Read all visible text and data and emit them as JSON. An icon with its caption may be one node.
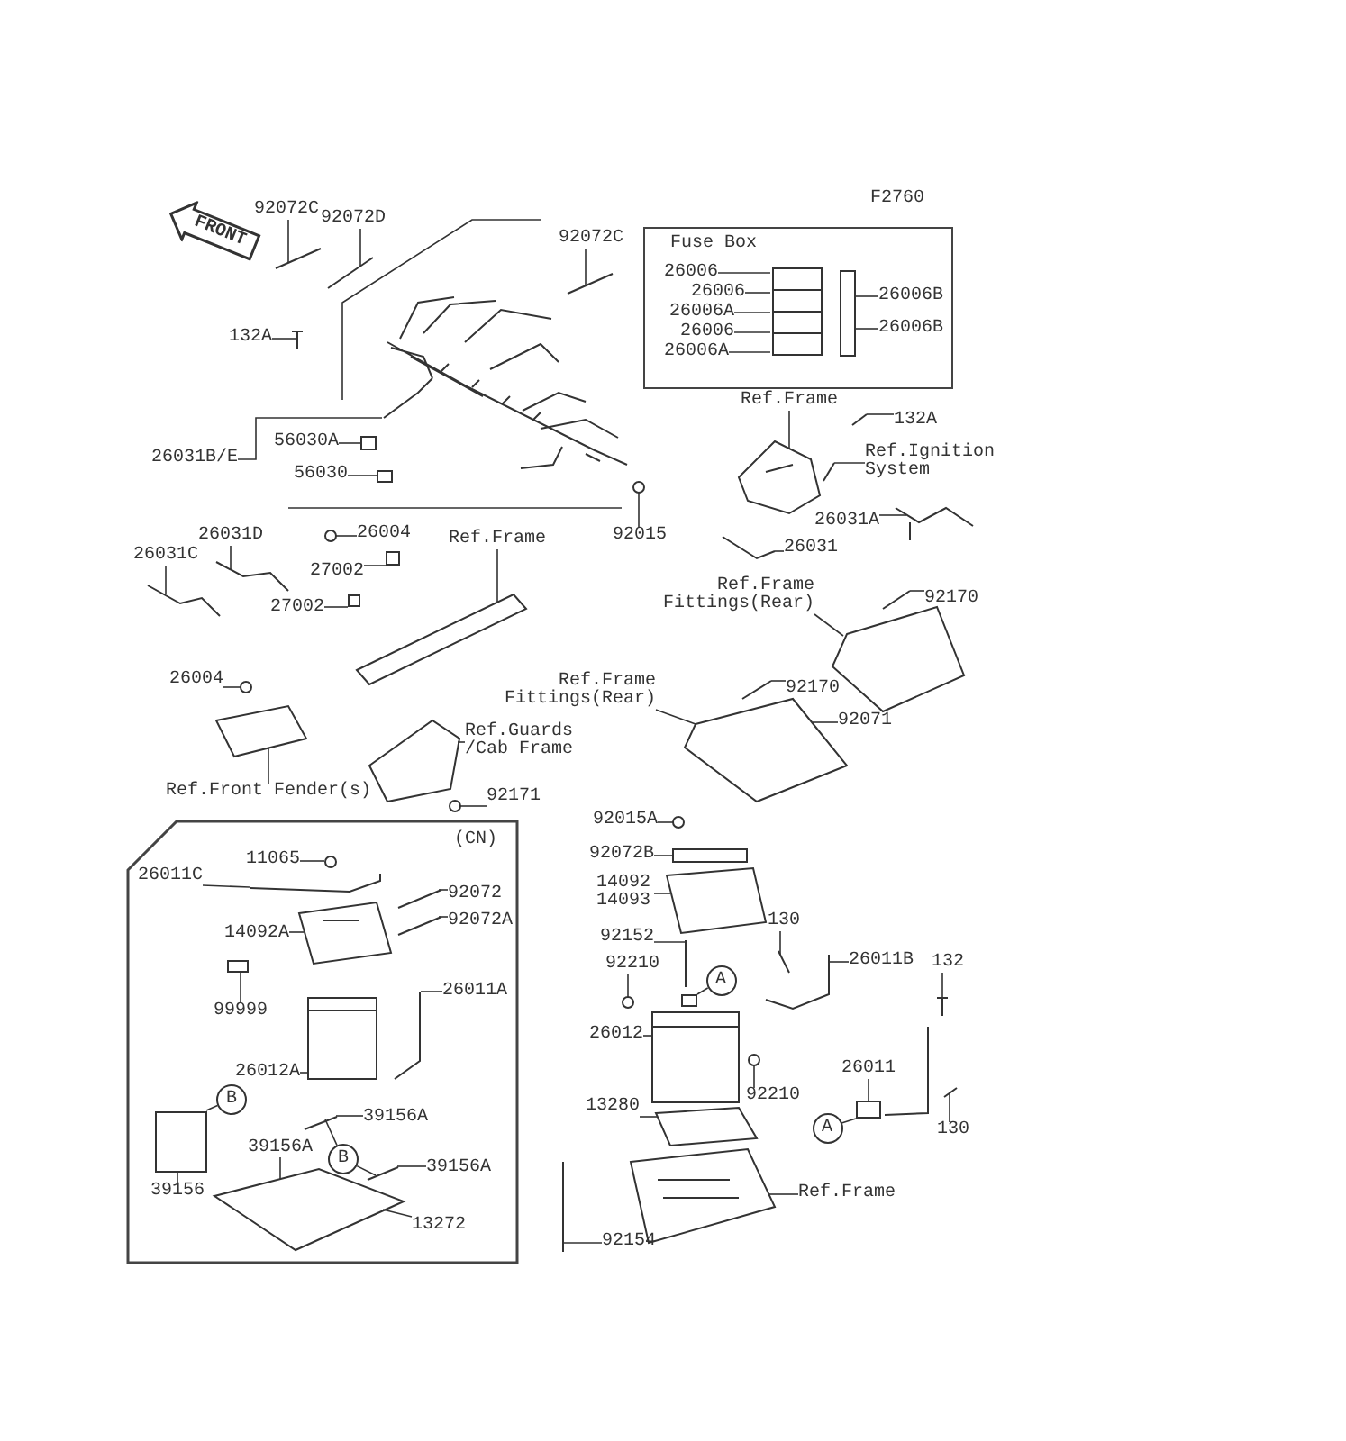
{
  "diagram": {
    "nodes": [
      {
        "text": [
          "FRONT"
        ]
      },
      {
        "text": [
          "92072C"
        ]
      },
      {
        "text": [
          "92072D"
        ]
      },
      {
        "text": [
          "92072C"
        ]
      },
      {
        "text": [
          "132A"
        ]
      },
      {
        "text": [
          "56030A"
        ]
      },
      {
        "text": [
          "56030"
        ]
      },
      {
        "text": [
          "26031B/E"
        ]
      },
      {
        "text": [
          "Fuse Box"
        ]
      },
      {
        "text": [
          "26006"
        ],
        "in": 8
      },
      {
        "text": [
          "26006"
        ],
        "in": 8
      },
      {
        "text": [
          "26006A"
        ],
        "in": 8
      },
      {
        "text": [
          "26006"
        ],
        "in": 8
      },
      {
        "text": [
          "26006A"
        ],
        "in": 8
      },
      {
        "text": [
          "26006B"
        ],
        "in": 8
      },
      {
        "text": [
          "26006B"
        ],
        "in": 8
      },
      {
        "text": [
          "92015"
        ]
      },
      {
        "text": [
          "Ref.Frame"
        ]
      },
      {
        "text": [
          "132A"
        ]
      },
      {
        "text": [
          "Ref.Ignition System"
        ]
      },
      {
        "text": [
          "26031A"
        ]
      },
      {
        "text": [
          "26004"
        ]
      },
      {
        "text": [
          "26031"
        ]
      },
      {
        "text": [
          "26031D"
        ]
      },
      {
        "text": [
          "26031C"
        ]
      },
      {
        "text": [
          "27002"
        ]
      },
      {
        "text": [
          "27002"
        ]
      },
      {
        "text": [
          "Ref.Frame"
        ]
      },
      {
        "text": [
          "Ref.Frame Fittings(Rear)"
        ]
      },
      {
        "text": [
          "92170"
        ]
      },
      {
        "text": [
          "26004"
        ]
      },
      {
        "text": [
          "Ref.Frame Fittings(Rear)"
        ]
      },
      {
        "text": [
          "92170"
        ]
      },
      {
        "text": [
          "92071"
        ]
      },
      {
        "text": [
          "Ref.Guards /Cab Frame"
        ]
      },
      {
        "text": [
          "Ref.Front Fender(s)"
        ]
      },
      {
        "text": [
          "92171"
        ]
      },
      {
        "text": [
          "(CN)"
        ]
      },
      {
        "text": [
          "11065"
        ],
        "in": 37
      },
      {
        "text": [
          "26011C"
        ],
        "in": 37
      },
      {
        "text": [
          "92072"
        ],
        "in": 37
      },
      {
        "text": [
          "92072A"
        ],
        "in": 37
      },
      {
        "text": [
          "14092A"
        ],
        "in": 37
      },
      {
        "text": [
          "99999"
        ],
        "in": 37
      },
      {
        "text": [
          "26011A"
        ],
        "in": 37
      },
      {
        "text": [
          "26012A"
        ],
        "in": 37
      },
      {
        "text": [
          "B"
        ],
        "in": 37
      },
      {
        "text": [
          "39156A"
        ],
        "in": 37
      },
      {
        "text": [
          "39156A"
        ],
        "in": 37
      },
      {
        "text": [
          "B"
        ],
        "in": 37
      },
      {
        "text": [
          "39156A"
        ],
        "in": 37
      },
      {
        "text": [
          "39156"
        ],
        "in": 37
      },
      {
        "text": [
          "13272"
        ],
        "in": 37
      },
      {
        "text": [
          "92015A"
        ]
      },
      {
        "text": [
          "92072B"
        ]
      },
      {
        "text": [
          "14092 14093"
        ]
      },
      {
        "text": [
          "92152"
        ]
      },
      {
        "text": [
          "92210"
        ]
      },
      {
        "text": [
          "A"
        ]
      },
      {
        "text": [
          "130"
        ]
      },
      {
        "text": [
          "26011B"
        ]
      },
      {
        "text": [
          "26012"
        ]
      },
      {
        "text": [
          "92210"
        ]
      },
      {
        "text": [
          "132"
        ]
      },
      {
        "text": [
          "26011"
        ]
      },
      {
        "text": [
          "A"
        ]
      },
      {
        "text": [
          "130"
        ]
      },
      {
        "text": [
          "13280"
        ]
      },
      {
        "text": [
          "Ref.Frame"
        ]
      },
      {
        "text": [
          "92154"
        ]
      },
      {
        "text": [],
        "shape": "picture"
      },
      {
        "text": [],
        "shape": "picture"
      },
      {
        "text": [],
        "shape": "picture"
      },
      {
        "text": [],
        "shape": "picture"
      },
      {
        "text": [],
        "shape": "picture"
      },
      {
        "text": [],
        "shape": "box"
      },
      {
        "text": [],
        "shape": "box"
      },
      {
        "text": [],
        "shape": "picture",
        "in": 8
      },
      {
        "text": [],
        "shape": "box",
        "in": 8
      },
      {
        "text": [],
        "shape": "picture"
      },
      {
        "text": [],
        "shape": "picture"
      },
      {
        "text": [],
        "shape": "picture"
      },
      {
        "text": [],
        "shape": "picture"
      },
      {
        "text": [],
        "shape": "picture"
      },
      {
        "text": [],
        "shape": "picture"
      },
      {
        "text": [],
        "shape": "picture"
      },
      {
        "text": [],
        "shape": "picture"
      },
      {
        "text": [],
        "shape": "picture"
      },
      {
        "text": [],
        "shape": "box"
      },
      {
        "text": [],
        "shape": "box"
      },
      {
        "text": [],
        "shape": "picture"
      },
      {
        "text": [],
        "shape": "picture"
      },
      {
        "text": [],
        "shape": "picture"
      },
      {
        "text": [],
        "shape": "picture"
      },
      {
        "text": [],
        "shape": "picture"
      },
      {
        "text": [],
        "shape": "picture"
      },
      {
        "text": [],
        "shape": "picture"
      },
      {
        "text": [],
        "shape": "picture"
      },
      {
        "text": [],
        "shape": "picture"
      },
      {
        "text": [],
        "shape": "picture",
        "in": 37
      },
      {
        "text": [],
        "shape": "picture",
        "in": 37
      },
      {
        "text": [],
        "shape": "picture",
        "in": 37
      },
      {
        "text": [],
        "shape": "picture",
        "in": 37
      },
      {
        "text": [],
        "shape": "picture",
        "in": 37
      },
      {
        "text": [],
        "shape": "box",
        "in": 37
      },
      {
        "text": [],
        "shape": "picture",
        "in": 37
      },
      {
        "text": [],
        "shape": "picture",
        "in": 37
      },
      {
        "text": [],
        "shape": "box",
        "in": 37
      },
      {
        "text": [],
        "shape": "picture",
        "in": 37
      },
      {
        "text": [],
        "shape": "picture",
        "in": 37
      },
      {
        "text": [],
        "shape": "picture",
        "in": 37
      },
      {
        "text": [],
        "shape": "picture"
      },
      {
        "text": [],
        "shape": "box"
      },
      {
        "text": [],
        "shape": "picture"
      },
      {
        "text": [],
        "shape": "picture"
      },
      {
        "text": [],
        "shape": "picture"
      },
      {
        "text": [],
        "shape": "box"
      },
      {
        "text": [],
        "shape": "picture"
      },
      {
        "text": [],
        "shape": "picture"
      },
      {
        "text": [],
        "shape": "picture"
      },
      {
        "text": [],
        "shape": "picture"
      },
      {
        "text": [],
        "shape": "picture"
      },
      {
        "text": [],
        "shape": "box"
      },
      {
        "text": [],
        "shape": "picture"
      },
      {
        "text": [],
        "shape": "picture"
      },
      {
        "text": [],
        "shape": "picture"
      },
      {
        "text": [],
        "shape": "picture"
      }
    ],
    "edges": [
      {
        "from": 1,
        "to": 70,
        "arrow": "none"
      },
      {
        "from": 2,
        "to": 71,
        "arrow": "none"
      },
      {
        "from": 3,
        "to": 73,
        "arrow": "none"
      },
      {
        "from": 4,
        "to": 74,
        "arrow": "none"
      },
      {
        "from": 5,
        "to": 75,
        "arrow": "none"
      },
      {
        "from": 6,
        "to": 76,
        "arrow": "none"
      },
      {
        "from": 7,
        "to": 72,
        "arrow": "none"
      },
      {
        "from": 9,
        "to": 77,
        "arrow": "none"
      },
      {
        "from": 10,
        "to": 77,
        "arrow": "none"
      },
      {
        "from": 11,
        "to": 77,
        "arrow": "none"
      },
      {
        "from": 12,
        "to": 77,
        "arrow": "none"
      },
      {
        "from": 13,
        "to": 77,
        "arrow": "none"
      },
      {
        "from": 14,
        "to": 78,
        "arrow": "none"
      },
      {
        "from": 15,
        "to": 78,
        "arrow": "none"
      },
      {
        "from": 16,
        "to": 79,
        "arrow": "none"
      },
      {
        "from": 17,
        "to": 80,
        "arrow": "none"
      },
      {
        "from": 18,
        "to": 81,
        "arrow": "none"
      },
      {
        "from": 19,
        "to": 82,
        "arrow": "none"
      },
      {
        "from": 20,
        "to": 83,
        "arrow": "none"
      },
      {
        "from": 21,
        "to": 84,
        "arrow": "none"
      },
      {
        "from": 22,
        "to": 85,
        "arrow": "none"
      },
      {
        "from": 23,
        "to": 86,
        "arrow": "none"
      },
      {
        "from": 24,
        "to": 87,
        "arrow": "none"
      },
      {
        "from": 25,
        "to": 88,
        "arrow": "none"
      },
      {
        "from": 26,
        "to": 89,
        "arrow": "none"
      },
      {
        "from": 27,
        "to": 90,
        "arrow": "none"
      },
      {
        "from": 28,
        "to": 95,
        "arrow": "none"
      },
      {
        "from": 29,
        "to": 96,
        "arrow": "none"
      },
      {
        "from": 30,
        "to": 91,
        "arrow": "none"
      },
      {
        "from": 31,
        "to": 97,
        "arrow": "none"
      },
      {
        "from": 32,
        "to": 98,
        "arrow": "none"
      },
      {
        "from": 33,
        "to": 97,
        "arrow": "none"
      },
      {
        "from": 34,
        "to": 93,
        "arrow": "none"
      },
      {
        "from": 35,
        "to": 92,
        "arrow": "none"
      },
      {
        "from": 36,
        "to": 94,
        "arrow": "none"
      },
      {
        "from": 38,
        "to": 99,
        "arrow": "none"
      },
      {
        "from": 39,
        "to": 100,
        "arrow": "none"
      },
      {
        "from": 40,
        "to": 101,
        "arrow": "none"
      },
      {
        "from": 41,
        "to": 102,
        "arrow": "none"
      },
      {
        "from": 42,
        "to": 103,
        "arrow": "none"
      },
      {
        "from": 43,
        "to": 104,
        "arrow": "none"
      },
      {
        "from": 44,
        "to": 106,
        "arrow": "none"
      },
      {
        "from": 45,
        "to": 105,
        "arrow": "none"
      },
      {
        "from": 46,
        "to": 107,
        "arrow": "none"
      },
      {
        "from": 47,
        "to": 108,
        "arrow": "none"
      },
      {
        "from": 48,
        "to": 109,
        "arrow": "none"
      },
      {
        "from": 49,
        "to": 108,
        "arrow": "none"
      },
      {
        "from": 49,
        "to": 110,
        "arrow": "none"
      },
      {
        "from": 50,
        "to": 110,
        "arrow": "none"
      },
      {
        "from": 51,
        "to": 107,
        "arrow": "none"
      },
      {
        "from": 52,
        "to": 109,
        "arrow": "none"
      },
      {
        "from": 53,
        "to": 111,
        "arrow": "none"
      },
      {
        "from": 54,
        "to": 112,
        "arrow": "none"
      },
      {
        "from": 55,
        "to": 113,
        "arrow": "none"
      },
      {
        "from": 56,
        "to": 114,
        "arrow": "none"
      },
      {
        "from": 57,
        "to": 115,
        "arrow": "none"
      },
      {
        "from": 58,
        "to": 116,
        "arrow": "none"
      },
      {
        "from": 59,
        "to": 118,
        "arrow": "none"
      },
      {
        "from": 60,
        "to": 119,
        "arrow": "none"
      },
      {
        "from": 61,
        "to": 117,
        "arrow": "none"
      },
      {
        "from": 62,
        "to": 120,
        "arrow": "none"
      },
      {
        "from": 63,
        "to": 121,
        "arrow": "none"
      },
      {
        "from": 64,
        "to": 122,
        "arrow": "none"
      },
      {
        "from": 65,
        "to": 122,
        "arrow": "none"
      },
      {
        "from": 66,
        "to": 123,
        "arrow": "none"
      },
      {
        "from": 67,
        "to": 124,
        "arrow": "none"
      },
      {
        "from": 68,
        "to": 125,
        "arrow": "none"
      },
      {
        "from": 69,
        "to": 126,
        "arrow": "none"
      }
    ],
    "labels": [
      "F2760"
    ]
  }
}
